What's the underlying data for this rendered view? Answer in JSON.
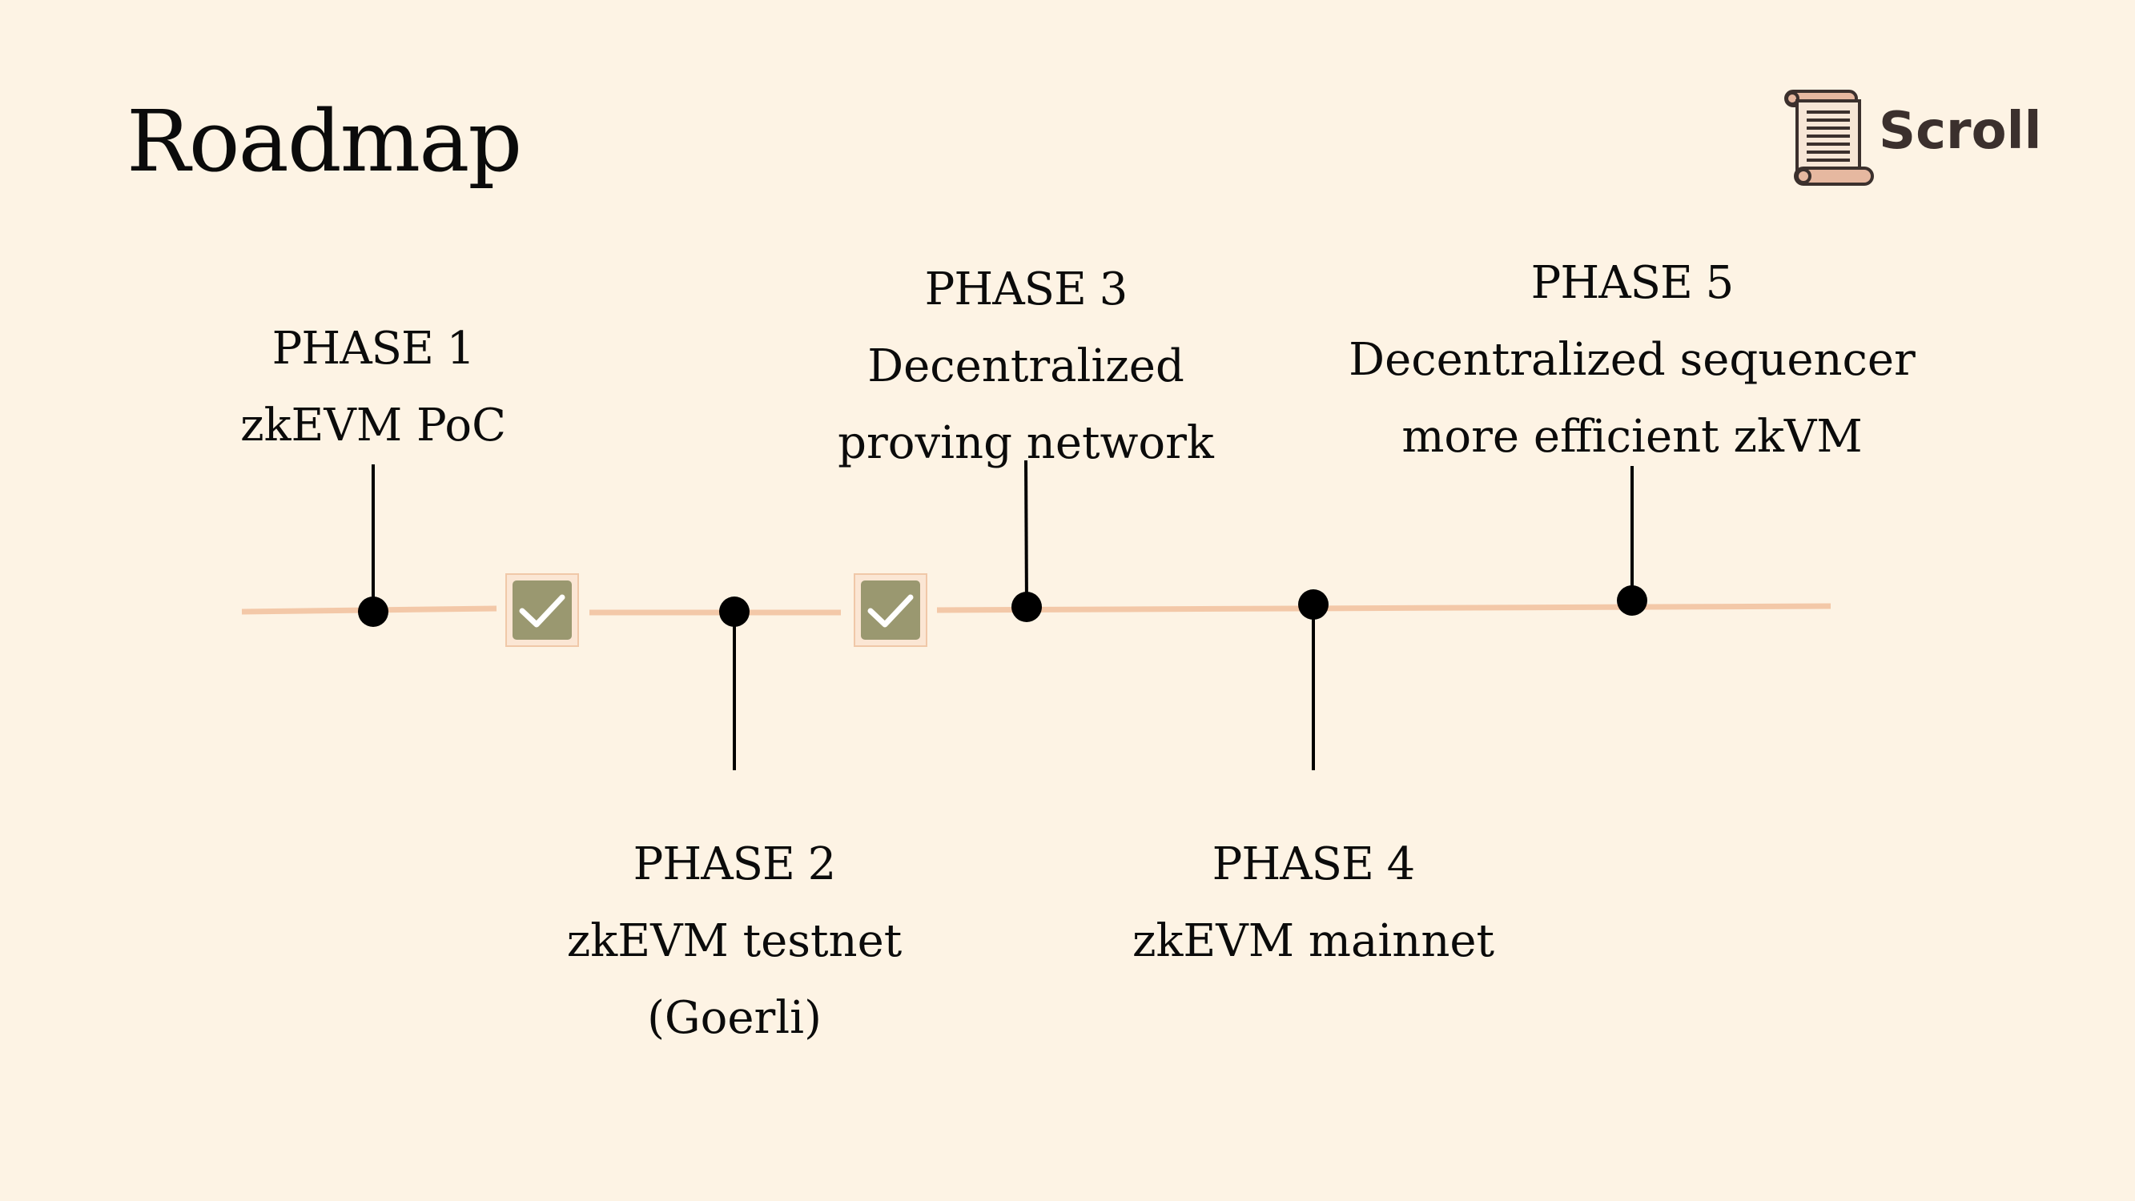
{
  "title": "Roadmap",
  "logo": {
    "text": "Scroll",
    "icon": "scroll-paper-icon"
  },
  "phases": [
    {
      "name": "PHASE 1",
      "description": "zkEVM PoC",
      "completed": true
    },
    {
      "name": "PHASE 2",
      "description": "zkEVM testnet",
      "description_line2": "(Goerli)",
      "completed": true
    },
    {
      "name": "PHASE 3",
      "description": "Decentralized",
      "description_line2": "proving network"
    },
    {
      "name": "PHASE 4",
      "description": "zkEVM mainnet"
    },
    {
      "name": "PHASE 5",
      "description": "Decentralized sequencer",
      "description_line2": "more efficient zkVM"
    }
  ],
  "colors": {
    "background": "#fdf3e4",
    "timeline": "#f3c8a8",
    "checkbox_fill": "#9a9870",
    "checkbox_border": "#f0c8a8",
    "logo_paper": "#e6b8a0",
    "logo_text": "#3b302d"
  },
  "icons": {
    "completed": "checkmark-icon"
  }
}
